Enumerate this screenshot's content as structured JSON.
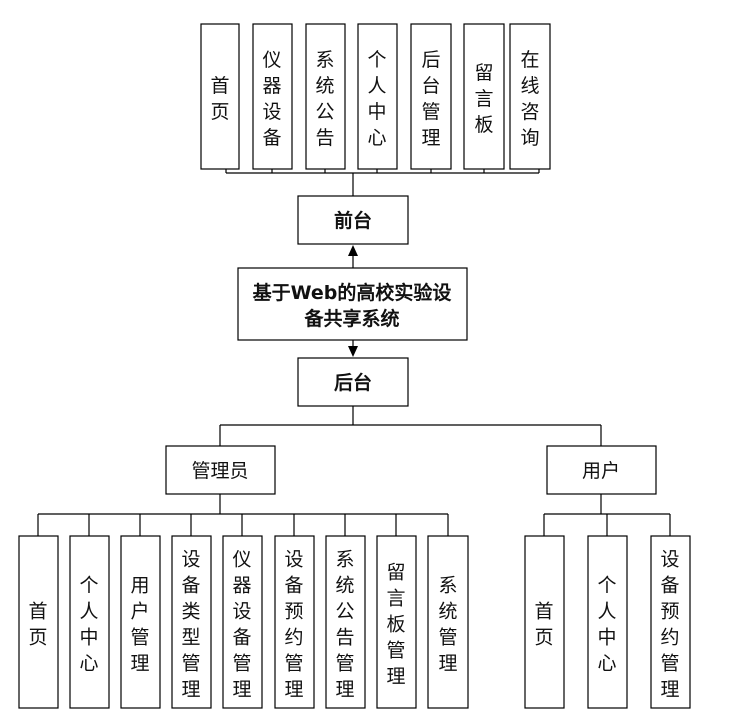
{
  "diagram": {
    "root": {
      "label": "基于Web的高校实验设备共享系统",
      "lines": [
        "基于Web的高校实验设",
        "备共享系统"
      ]
    },
    "front": {
      "label": "前台",
      "children": [
        "首页",
        "仪器设备",
        "系统公告",
        "个人中心",
        "后台管理",
        "留言板",
        "在线咨询"
      ]
    },
    "back": {
      "label": "后台",
      "roles": [
        {
          "label": "管理员",
          "children": [
            "首页",
            "个人中心",
            "用户管理",
            "设备类型管理",
            "仪器设备管理",
            "设备预约管理",
            "系统公告管理",
            "留言板管理",
            "系统管理"
          ]
        },
        {
          "label": "用户",
          "children": [
            "首页",
            "个人中心",
            "设备预约管理"
          ]
        }
      ]
    }
  }
}
